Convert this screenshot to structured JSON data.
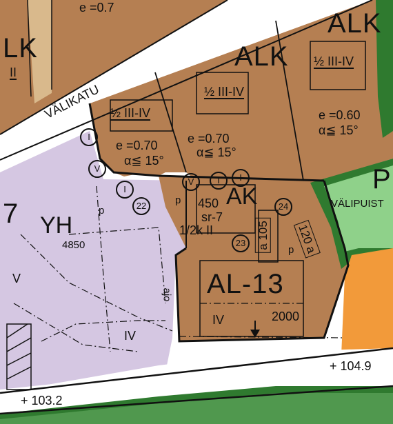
{
  "colors": {
    "residential_brown": "#b57f52",
    "public_purple": "#d5c7e2",
    "park_green": "#2f7a2f",
    "park_light": "#8fd18a",
    "commercial_orange": "#f29a3a",
    "road_white": "#ffffff",
    "line_black": "#111111",
    "dotted_tan": "#d9b98c"
  },
  "roads": {
    "valikatu_label": "VÄLIKATU"
  },
  "zones": {
    "alk_top_right": {
      "code": "ALK",
      "floors": "½ III-IV",
      "efficiency": "e =0.60",
      "roof_angle": "α≦ 15°"
    },
    "alk_middle": {
      "code": "ALK",
      "floors": "½ III-IV",
      "efficiency": "e =0.70",
      "roof_angle": "α≦ 15°"
    },
    "alk_left": {
      "floors": "½ III-IV",
      "efficiency": "e =0.70",
      "roof_angle": "α≦ 15°"
    },
    "top_left": {
      "efficiency": "e =0.7",
      "code_partial": "LK",
      "floors_partial": "II"
    },
    "yh": {
      "code": "YH",
      "area": "4850",
      "block_number": "7",
      "parking": "p",
      "v": "V",
      "floors": "IV"
    },
    "ak": {
      "code": "AK",
      "area": "450",
      "sr": "sr-7",
      "fraction": "1/2k II",
      "parking": "p"
    },
    "al13": {
      "code": "AL-13",
      "floors": "IV",
      "area": "2000",
      "parking": "p"
    },
    "park": {
      "code_partial": "P",
      "name_partial": "VÄLIPUIST"
    },
    "box_a105": "a 105",
    "box_a120": "120 a",
    "side_label": "ajo"
  },
  "circle_markers": {
    "c24": "24",
    "c23": "23",
    "c22": "22",
    "markers": [
      "I",
      "V",
      "I",
      "V",
      "I",
      "I"
    ]
  },
  "elevations": {
    "left": "+ 103.2",
    "right": "+ 104.9"
  }
}
